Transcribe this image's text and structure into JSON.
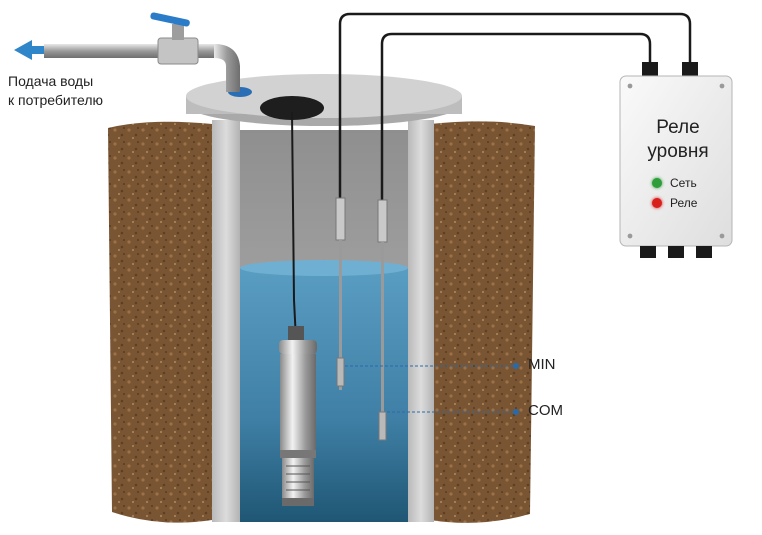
{
  "outlet": {
    "line1": "Подача воды",
    "line2": "к потребителю",
    "arrow_color": "#2f86c9"
  },
  "relay": {
    "title_line1": "Реле",
    "title_line2": "уровня",
    "indicators": [
      {
        "label": "Сеть",
        "color": "#2e9d3a"
      },
      {
        "label": "Реле",
        "color": "#d8201c"
      }
    ]
  },
  "probes": {
    "min_label": "MIN",
    "com_label": "COM"
  },
  "colors": {
    "soil": "#7a5533",
    "concrete": "#c9c9c9",
    "water": "#3f86ad",
    "water_dark": "#1f5674",
    "cable": "#1a1a1a",
    "leader_line": "#2a6aa8"
  },
  "icons": {
    "valve": "blue-handle-valve-icon",
    "pump": "submersible-pump-icon",
    "relay_box": "relay-box-icon"
  }
}
